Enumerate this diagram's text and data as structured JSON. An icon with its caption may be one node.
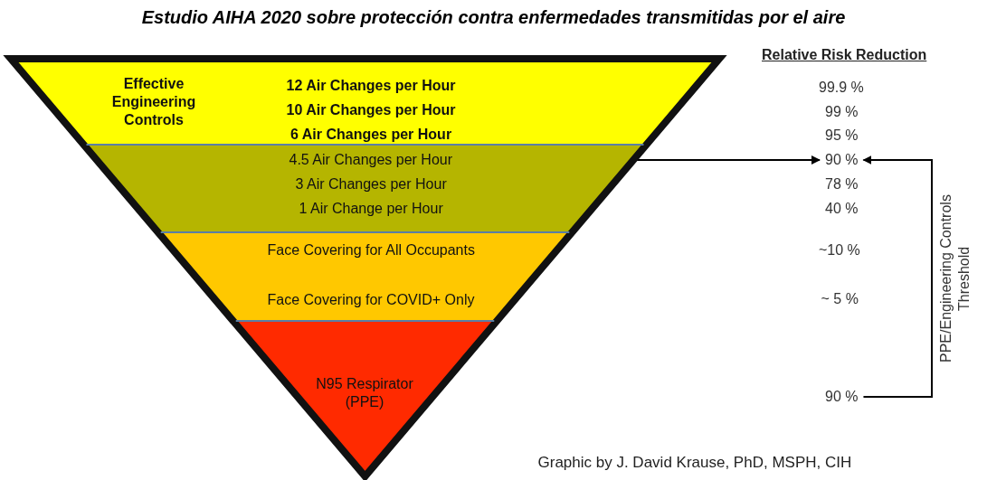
{
  "diagram": {
    "title": "Estudio AIHA 2020 sobre protección contra enfermedades transmitidas por el aire",
    "nodes": [
      {
        "text": [
          "Effective Engineering Controls"
        ]
      },
      {
        "text": [
          "12 Air Changes per Hour"
        ],
        "in": 0
      },
      {
        "text": [
          "10 Air Changes per Hour"
        ],
        "in": 0
      },
      {
        "text": [
          "6 Air Changes per Hour"
        ],
        "in": 0
      },
      {
        "text": [],
        "shape": "band"
      },
      {
        "text": [
          "4.5 Air Changes per Hour"
        ],
        "in": 4
      },
      {
        "text": [
          "3 Air Changes per Hour"
        ],
        "in": 4
      },
      {
        "text": [
          "1 Air Change per Hour"
        ],
        "in": 4
      },
      {
        "text": [],
        "shape": "band"
      },
      {
        "text": [
          "Face Covering for All Occupants"
        ],
        "in": 8
      },
      {
        "text": [
          "Face Covering for COVID+ Only"
        ],
        "in": 8
      },
      {
        "text": [
          "N95 Respirator (PPE)"
        ]
      },
      {
        "text": [
          "90 %"
        ]
      },
      {
        "text": [
          "90 %"
        ]
      }
    ],
    "edges": [
      {
        "from": 5,
        "to": 12,
        "arrow": "to"
      },
      {
        "from": 13,
        "to": 12,
        "arrow": "to",
        "label": "PPE/Engineering Controls Threshold"
      }
    ],
    "labels": [
      "Relative Risk Reduction",
      "99.9 %",
      "99 %",
      "95 %",
      "78 %",
      "40 %",
      "~10 %",
      "~ 5 %",
      "Graphic by J. David Krause, PhD, MSPH, CIH"
    ]
  }
}
